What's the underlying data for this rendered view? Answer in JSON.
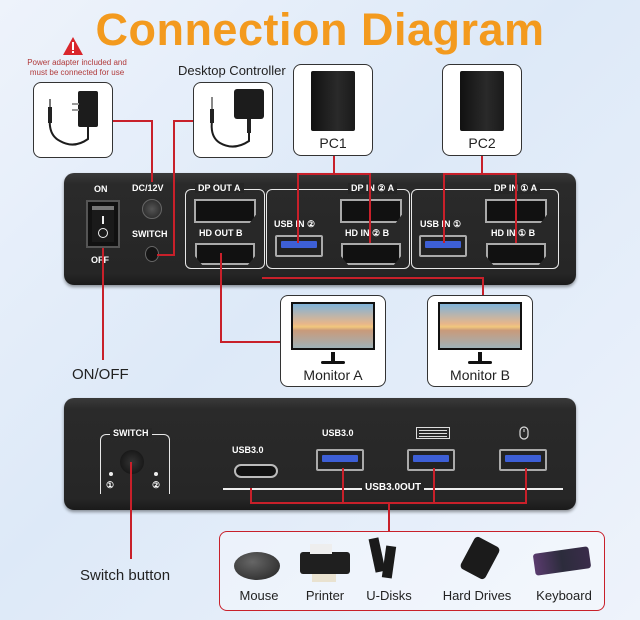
{
  "title": "Connection Diagram",
  "warning": {
    "icon": "warning-triangle-icon",
    "text": "Power adapter included and must be connected for use"
  },
  "labels": {
    "desktop_controller": "Desktop Controller",
    "pc1": "PC1",
    "pc2": "PC2",
    "monitor_a": "Monitor A",
    "monitor_b": "Monitor B",
    "on_off": "ON/OFF",
    "switch_button": "Switch button"
  },
  "back_panel": {
    "power_on": "ON",
    "power_off": "OFF",
    "dc": "DC/12V",
    "switch": "SWITCH",
    "dp_out_a": "DP OUT A",
    "hd_out_b": "HD OUT B",
    "usb_in_2": "USB IN ②",
    "dp_in_2_a": "DP IN ② A",
    "hd_in_2_b": "HD IN ② B",
    "usb_in_1": "USB IN ①",
    "dp_in_1_a": "DP IN ① A",
    "hd_in_1_b": "HD IN ① B"
  },
  "front_panel": {
    "switch": "SWITCH",
    "led1": "①",
    "led2": "②",
    "usbc_label": "USB3.0",
    "usba_label": "USB3.0",
    "keyboard_icon": "keyboard-icon",
    "mouse_icon": "mouse-icon",
    "usb_out": "USB3.0OUT"
  },
  "peripherals": [
    {
      "label": "Mouse"
    },
    {
      "label": "Printer"
    },
    {
      "label": "U-Disks"
    },
    {
      "label": "Hard Drives"
    },
    {
      "label": "Keyboard"
    }
  ],
  "colors": {
    "title": "#f39a1e",
    "line": "#c8202a",
    "usb_blue": "#3d5fd6"
  }
}
